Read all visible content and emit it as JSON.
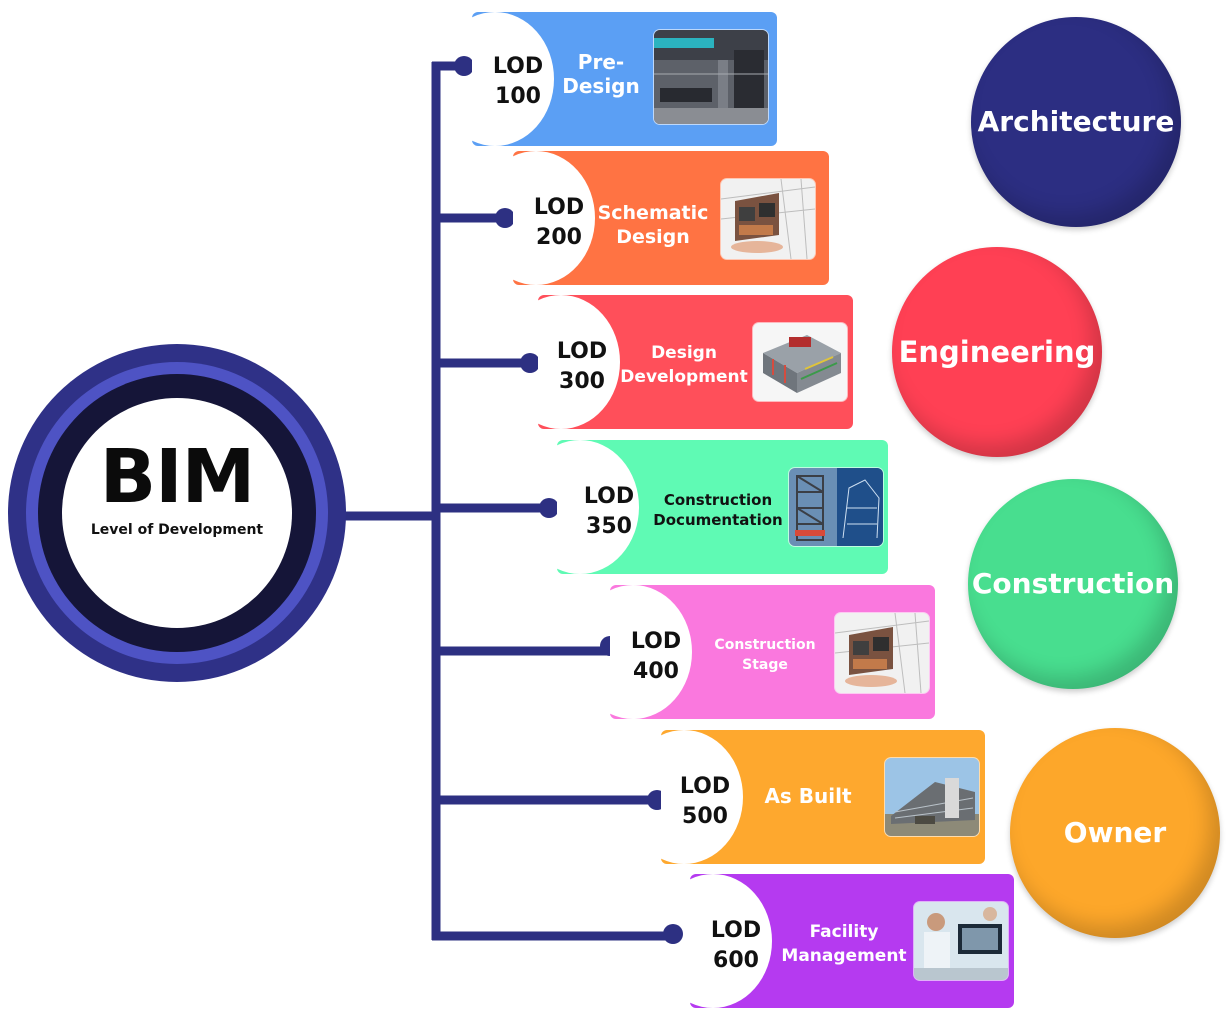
{
  "hub": {
    "title": "BIM",
    "subtitle": "Level of Development"
  },
  "stages": [
    {
      "lod": "LOD",
      "num": "100",
      "label_lines": [
        "Pre-",
        "Design"
      ],
      "color": "#5b9ff4",
      "thumb": "interior-render"
    },
    {
      "lod": "LOD",
      "num": "200",
      "label_lines": [
        "Schematic",
        "Design"
      ],
      "color": "#ff7343",
      "thumb": "building-model-in-hand"
    },
    {
      "lod": "LOD",
      "num": "300",
      "label_lines": [
        "Design",
        "Development"
      ],
      "color": "#ff4f5a",
      "thumb": "structure-cutaway"
    },
    {
      "lod": "LOD",
      "num": "350",
      "label_lines": [
        "Construction",
        "Documentation"
      ],
      "color": "#5ffab4",
      "thumb": "steel-frame-render"
    },
    {
      "lod": "LOD",
      "num": "400",
      "label_lines": [
        "Construction",
        "Stage"
      ],
      "color": "#fa78de",
      "thumb": "building-model-in-hand"
    },
    {
      "lod": "LOD",
      "num": "500",
      "label_lines": [
        "As Built"
      ],
      "color": "#fea82e",
      "thumb": "built-facade-photo"
    },
    {
      "lod": "LOD",
      "num": "600",
      "label_lines": [
        "Facility",
        "Management"
      ],
      "color": "#b53af0",
      "thumb": "engineer-at-workstation"
    }
  ],
  "roles": [
    {
      "label": "Architecture",
      "color": "#2c2e82"
    },
    {
      "label": "Engineering",
      "color": "#ff4054"
    },
    {
      "label": "Construction",
      "color": "#48de8f"
    },
    {
      "label": "Owner",
      "color": "#fda72a"
    }
  ]
}
